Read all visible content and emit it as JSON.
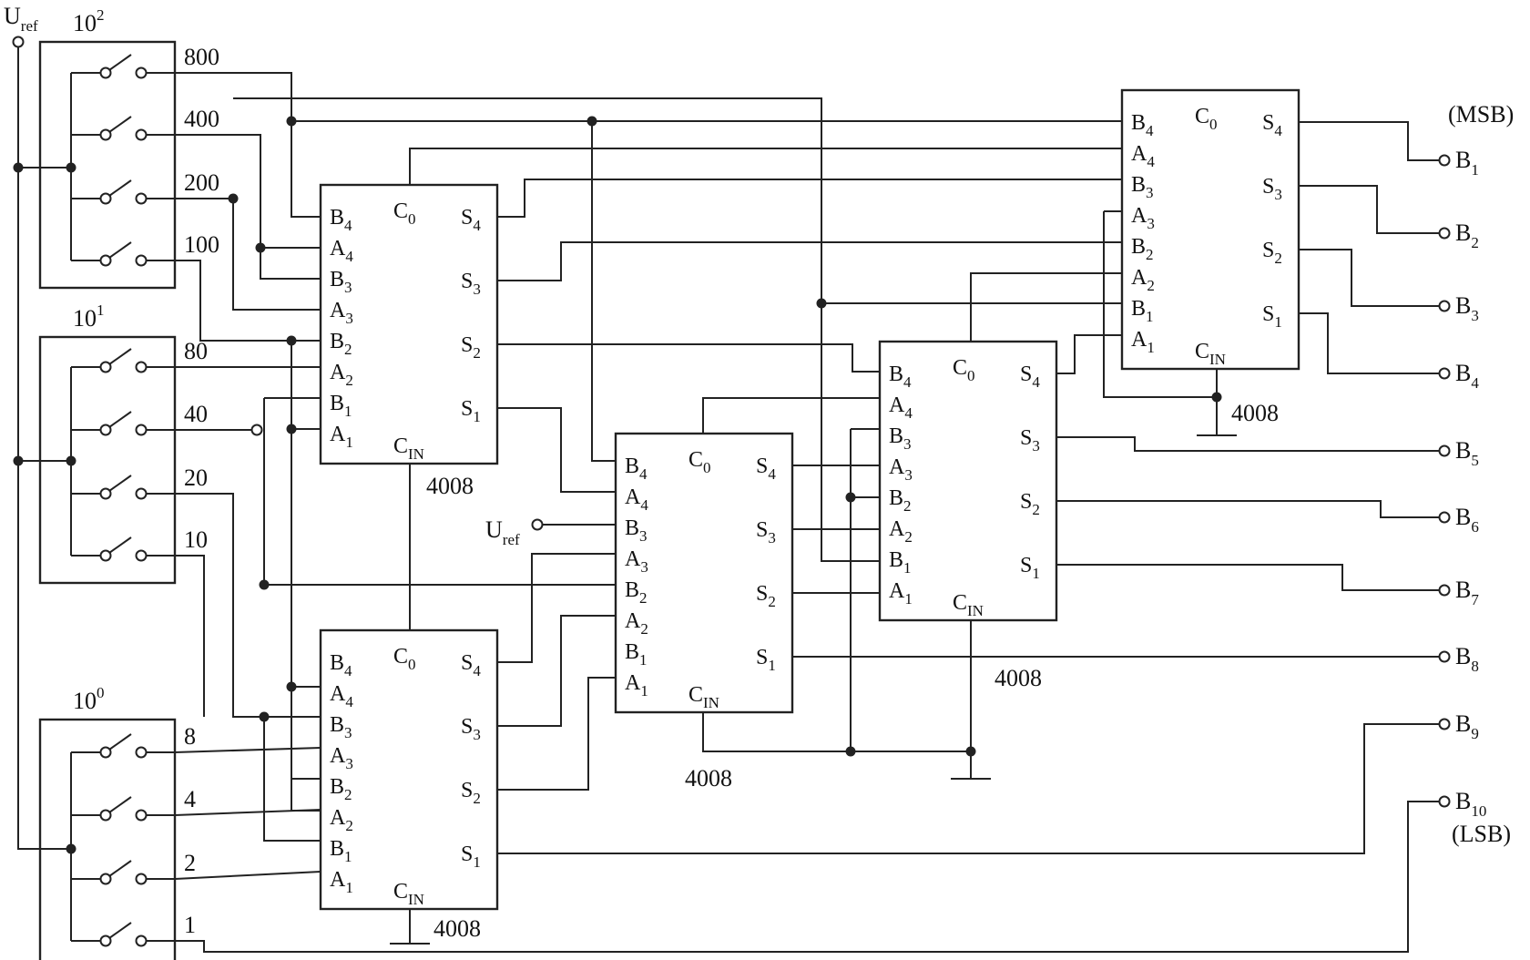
{
  "uref_label": "U",
  "uref_sub": "ref",
  "switch_groups": [
    {
      "base": "10",
      "exp": "2",
      "weights": [
        "800",
        "400",
        "200",
        "100"
      ]
    },
    {
      "base": "10",
      "exp": "1",
      "weights": [
        "80",
        "40",
        "20",
        "10"
      ]
    },
    {
      "base": "10",
      "exp": "0",
      "weights": [
        "8",
        "4",
        "2",
        "1"
      ]
    }
  ],
  "chip": {
    "part": "4008",
    "pins_left": [
      {
        "l": "B",
        "s": "4"
      },
      {
        "l": "A",
        "s": "4"
      },
      {
        "l": "B",
        "s": "3"
      },
      {
        "l": "A",
        "s": "3"
      },
      {
        "l": "B",
        "s": "2"
      },
      {
        "l": "A",
        "s": "2"
      },
      {
        "l": "B",
        "s": "1"
      },
      {
        "l": "A",
        "s": "1"
      }
    ],
    "pins_right": [
      {
        "l": "S",
        "s": "4"
      },
      {
        "l": "S",
        "s": "3"
      },
      {
        "l": "S",
        "s": "2"
      },
      {
        "l": "S",
        "s": "1"
      }
    ],
    "c0": {
      "l": "C",
      "s": "0"
    },
    "cin": {
      "l": "C",
      "s": "IN"
    }
  },
  "outputs": [
    {
      "l": "B",
      "s": "1"
    },
    {
      "l": "B",
      "s": "2"
    },
    {
      "l": "B",
      "s": "3"
    },
    {
      "l": "B",
      "s": "4"
    },
    {
      "l": "B",
      "s": "5"
    },
    {
      "l": "B",
      "s": "6"
    },
    {
      "l": "B",
      "s": "7"
    },
    {
      "l": "B",
      "s": "8"
    },
    {
      "l": "B",
      "s": "9"
    },
    {
      "l": "B",
      "s": "10"
    }
  ],
  "msb_label": "(MSB)",
  "lsb_label": "(LSB)"
}
